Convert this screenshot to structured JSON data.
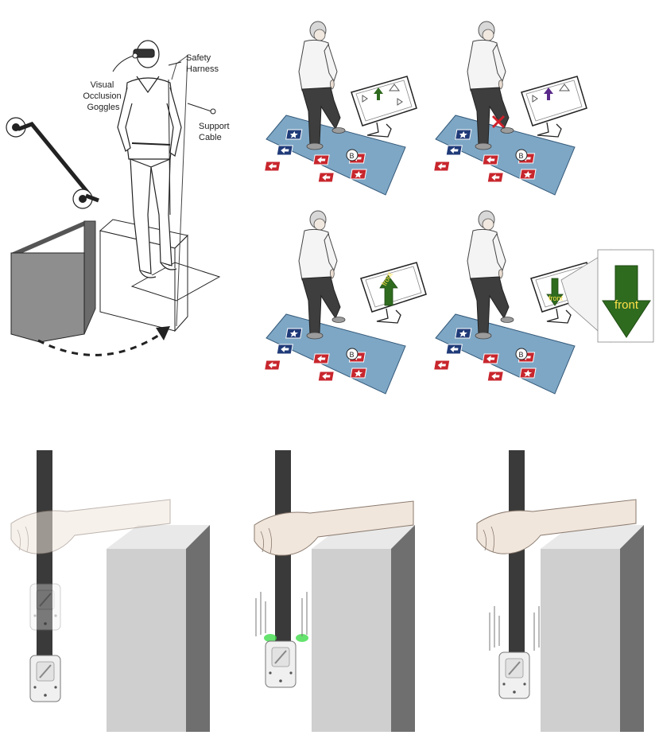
{
  "labels": {
    "visual_occlusion_goggles": [
      "Visual",
      "Occlusion",
      "Goggles"
    ],
    "safety_harness": [
      "Safety",
      "Harness"
    ],
    "support_cable": [
      "Support",
      "Cable"
    ]
  },
  "cue_text": "front",
  "colors": {
    "mat_blue": "#7ea7c5",
    "tile_navy": "#1f3a78",
    "tile_red": "#c8262d",
    "cue_green": "#2f6b1f",
    "cue_purple": "#5a2a8a",
    "error_red": "#d0202a",
    "indicator_green": "#3fdc4a",
    "pole": "#3a3a3a",
    "block_gray": "#8c8c8c"
  },
  "icons": {
    "tile_symbols": [
      "star",
      "arrow-up",
      "arrow-left",
      "arrow-right",
      "arrow-down",
      "B"
    ]
  }
}
